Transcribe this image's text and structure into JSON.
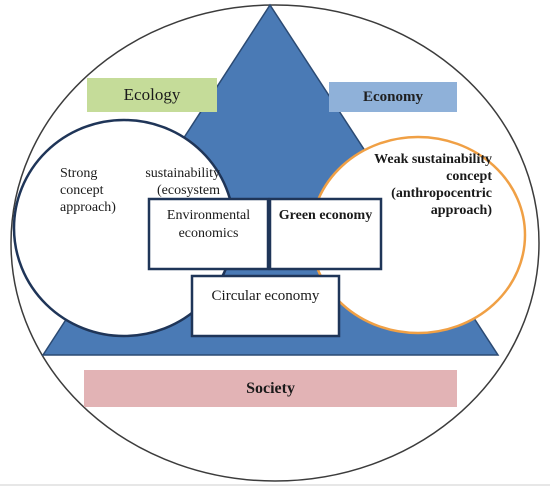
{
  "labels": {
    "ecology": "Ecology",
    "economy": "Economy",
    "society": "Society",
    "strong_sustainability": "Strong sustainability concept (ecosystem approach)",
    "weak_sustainability": "Weak sustainability concept (anthropocentric approach)",
    "environmental_economics": "Environmental economics",
    "green_economy": "Green economy",
    "circular_economy": "Circular economy"
  },
  "colors": {
    "triangle_fill": "#4a7ab5",
    "triangle_stroke": "#2b4a73",
    "ecology_fill": "#c5dc99",
    "economy_fill": "#8fb1d9",
    "society_fill": "#e2b3b5",
    "strong_circle_stroke": "#1f3558",
    "weak_circle_stroke": "#f0a045",
    "box_stroke": "#1f3558",
    "outer_stroke": "#3c3c3c"
  }
}
